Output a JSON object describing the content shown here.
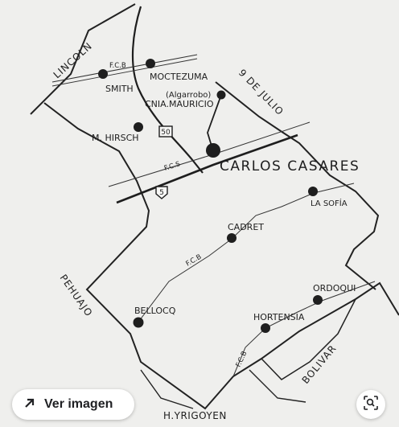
{
  "map": {
    "region_labels": {
      "lincoln": "LINCOLN",
      "nueve_de_julio": "9 DE JULIO",
      "pehuajo": "PEHUAJO",
      "bolivar": "BOLIVAR",
      "h_yrigoyen": "H.YRIGOYEN"
    },
    "main_town": "CARLOS CASARES",
    "towns": {
      "smith": "SMITH",
      "moctezuma": "MOCTEZUMA",
      "algarrobo": "(Algarrobo)",
      "cnia_mauricio": "CNIA.MAURICIO",
      "m_hirsch": "M. HIRSCH",
      "la_sofia": "LA SOFÍA",
      "cadret": "CADRET",
      "bellocq": "BELLOCQ",
      "ordoqui": "ORDOQUI",
      "hortensia": "HORTENSIA"
    },
    "railways": {
      "fcb_north": "F.C.B",
      "fcs": "F.C.S",
      "fcb_cadret": "F.C.B",
      "fcb_south": "F.C.B"
    },
    "routes": {
      "r50": "50",
      "r5": "5"
    }
  },
  "controls": {
    "view_image_label": "Ver imagen",
    "view_image_icon": "arrow-up-right-icon",
    "lens_icon": "lens-search-icon"
  }
}
